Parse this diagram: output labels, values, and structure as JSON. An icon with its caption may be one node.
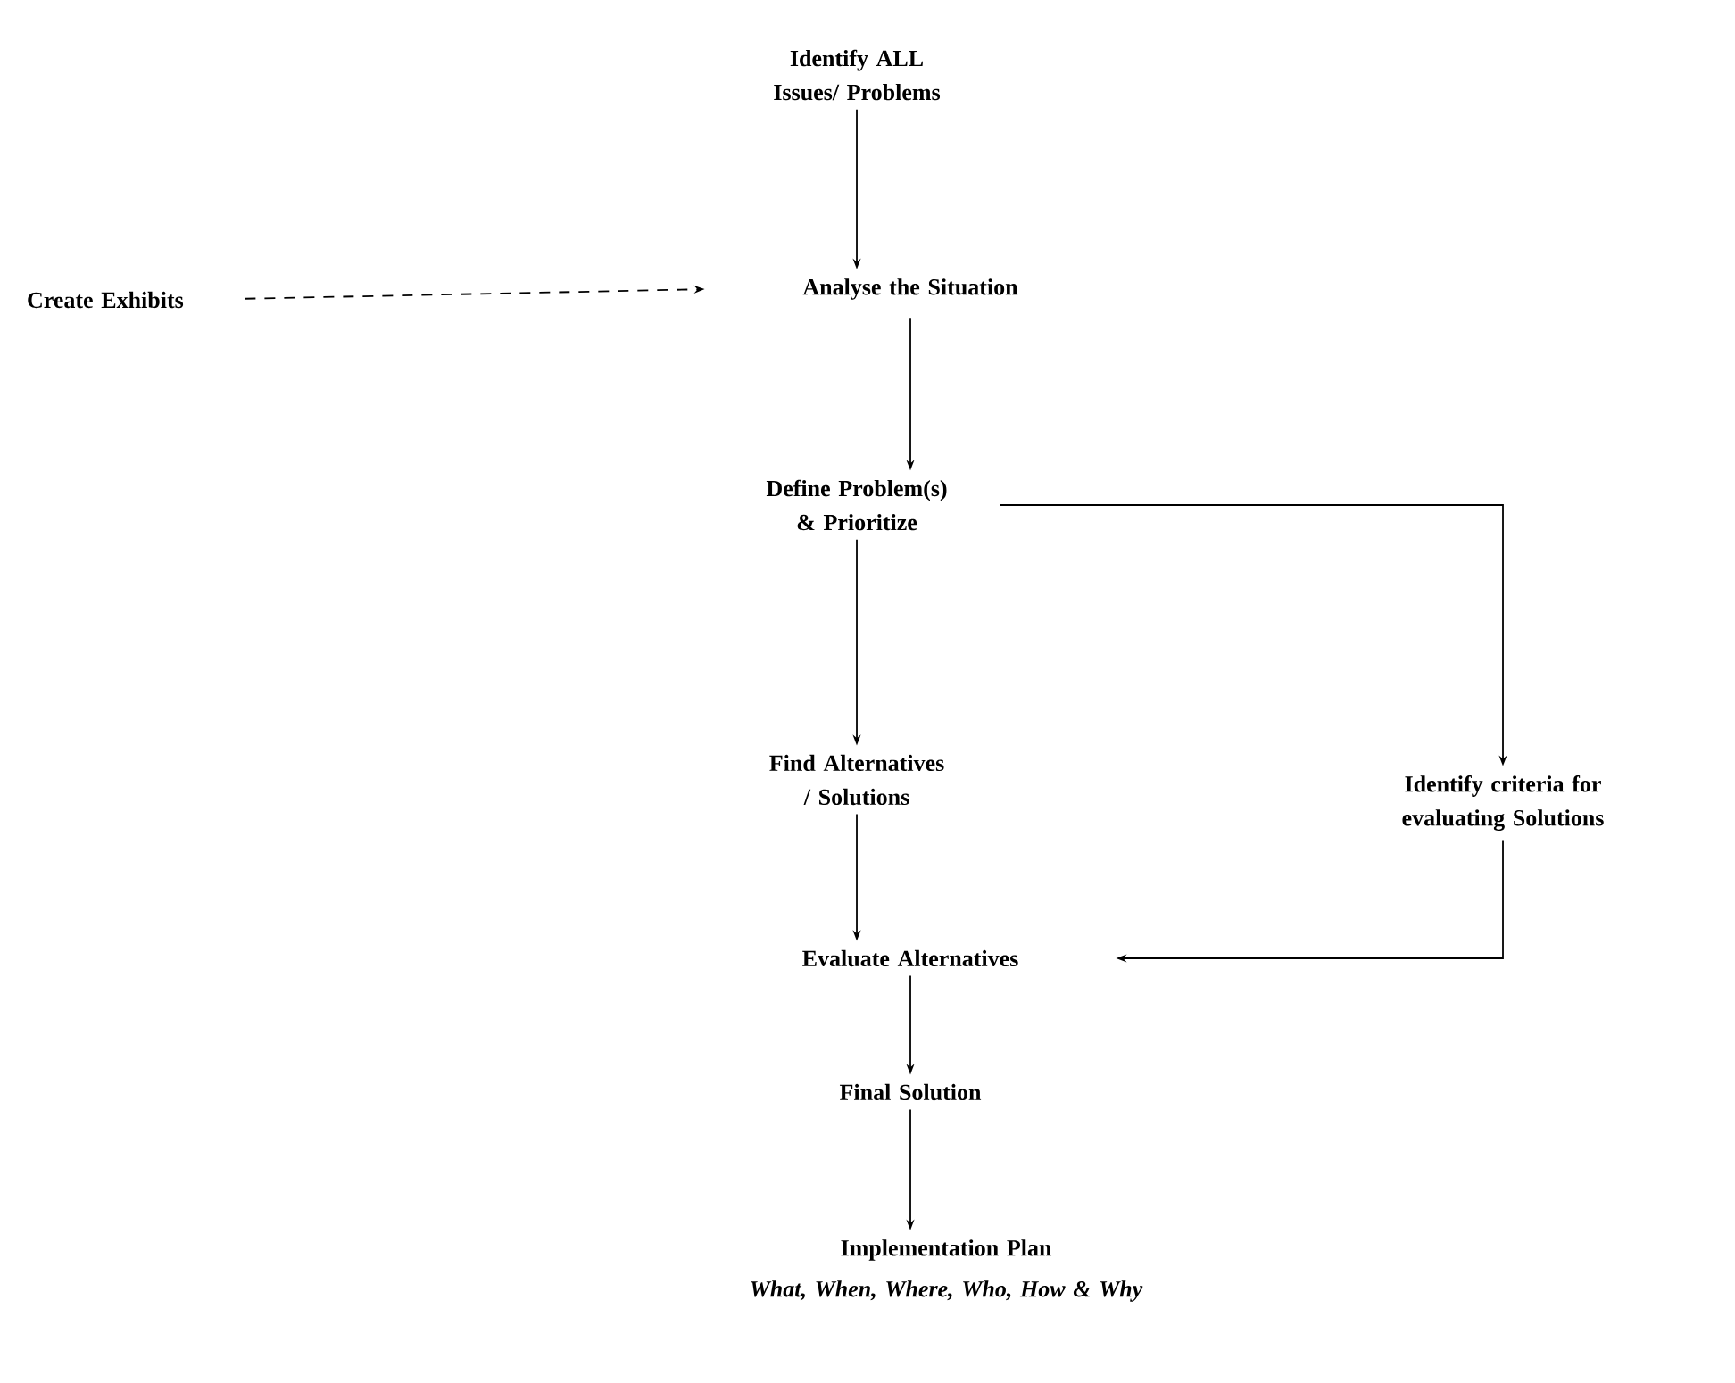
{
  "diagram": {
    "nodes": [
      {
        "text": [
          "Identify ALL Issues/ Problems"
        ]
      },
      {
        "text": [
          "Create Exhibits"
        ]
      },
      {
        "text": [
          "Analyse the Situation"
        ]
      },
      {
        "text": [
          "Define Problem(s) & Prioritize"
        ]
      },
      {
        "text": [
          "Find Alternatives / Solutions"
        ]
      },
      {
        "text": [
          "Identify criteria for evaluating Solutions"
        ]
      },
      {
        "text": [
          "Evaluate Alternatives"
        ]
      },
      {
        "text": [
          "Final Solution"
        ]
      },
      {
        "text": [
          "Implementation Plan",
          "What, When, Where, Who, How & Why"
        ]
      }
    ],
    "edges": [
      {
        "from": 0,
        "to": 2,
        "arrow": "to"
      },
      {
        "from": 1,
        "to": 2,
        "arrow": "to",
        "style": "dashed"
      },
      {
        "from": 2,
        "to": 3,
        "arrow": "to"
      },
      {
        "from": 3,
        "to": 4,
        "arrow": "to"
      },
      {
        "from": 3,
        "to": 5,
        "arrow": "to"
      },
      {
        "from": 4,
        "to": 6,
        "arrow": "to"
      },
      {
        "from": 5,
        "to": 6,
        "arrow": "to"
      },
      {
        "from": 6,
        "to": 7,
        "arrow": "to"
      },
      {
        "from": 7,
        "to": 8,
        "arrow": "to"
      }
    ]
  }
}
